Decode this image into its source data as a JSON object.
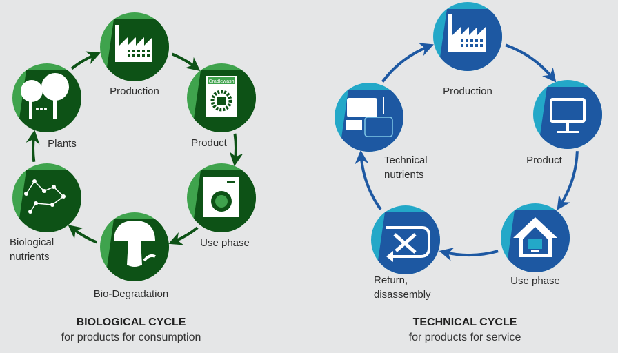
{
  "colors": {
    "background": "#e5e6e7",
    "bio_light": "#3fa34d",
    "bio_dark": "#0d5216",
    "tech_light": "#23a8c8",
    "tech_dark": "#1d58a2"
  },
  "biological": {
    "title": "BIOLOGICAL CYCLE",
    "subtitle": "for products for consumption",
    "nodes": [
      {
        "label": "Production",
        "icon": "factory-icon"
      },
      {
        "label": "Product",
        "icon": "detergent-box-icon",
        "brand": "Cradlewash"
      },
      {
        "label": "Use phase",
        "icon": "washing-machine-icon"
      },
      {
        "label": "Bio-Degradation",
        "icon": "mushroom-icon"
      },
      {
        "label": "Biological nutrients",
        "label_lines": [
          "Biological",
          "nutrients"
        ],
        "icon": "molecule-icon"
      },
      {
        "label": "Plants",
        "icon": "trees-icon"
      }
    ]
  },
  "technical": {
    "title": "TECHNICAL CYCLE",
    "subtitle": "for products for service",
    "nodes": [
      {
        "label": "Production",
        "icon": "factory-icon"
      },
      {
        "label": "Product",
        "icon": "monitor-icon"
      },
      {
        "label": "Use phase",
        "icon": "house-monitor-icon"
      },
      {
        "label": "Return, disassembly",
        "label_lines": [
          "Return,",
          "disassembly"
        ],
        "icon": "tools-icon"
      },
      {
        "label": "Technical nutrients",
        "label_lines": [
          "Technical",
          "nutrients"
        ],
        "icon": "devices-icon"
      }
    ]
  }
}
